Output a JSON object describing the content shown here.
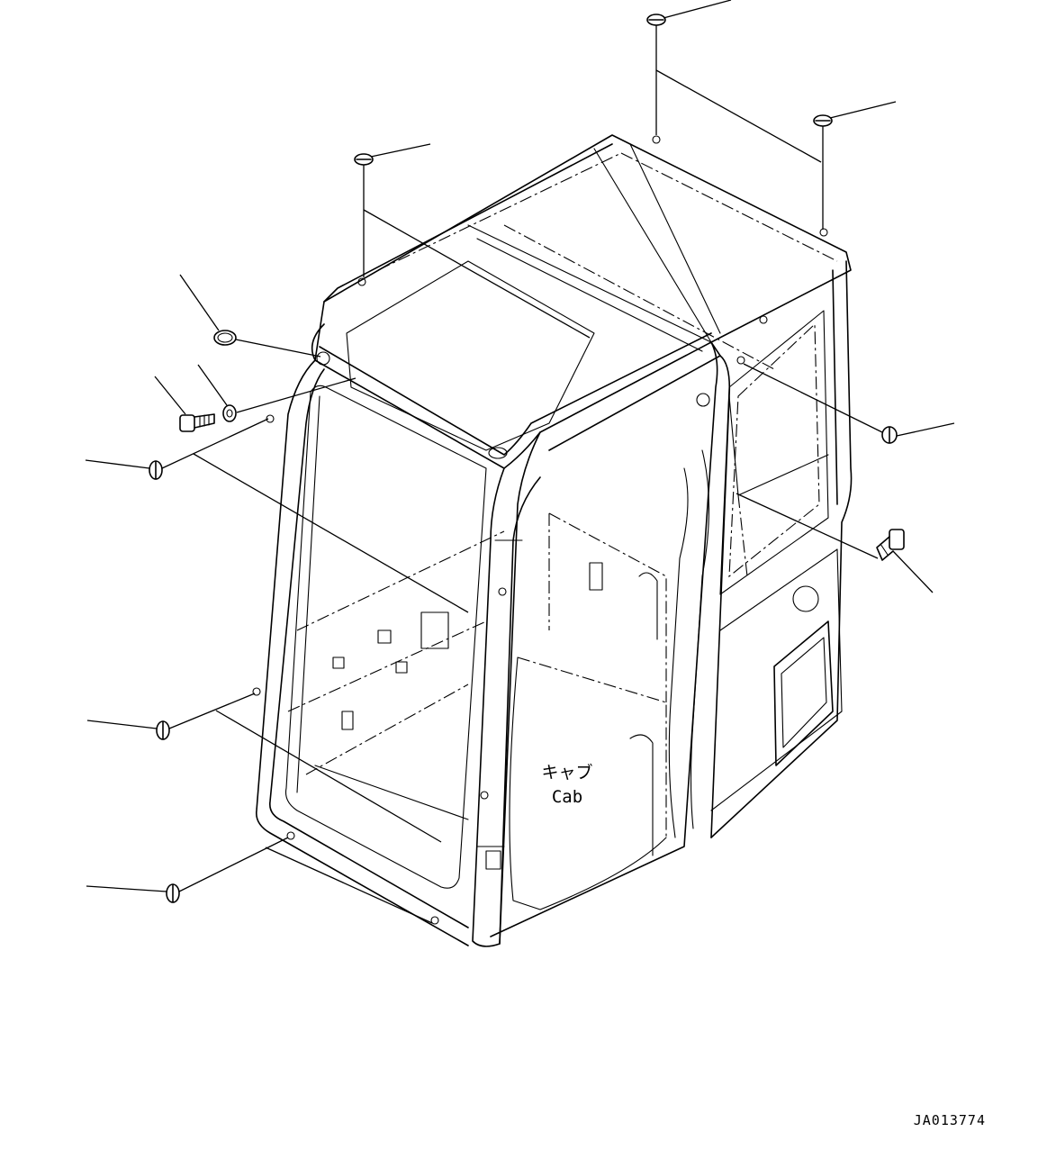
{
  "labels": {
    "cab_jp": "キャブ",
    "cab_en": "Cab"
  },
  "drawing_id": "JA013774"
}
